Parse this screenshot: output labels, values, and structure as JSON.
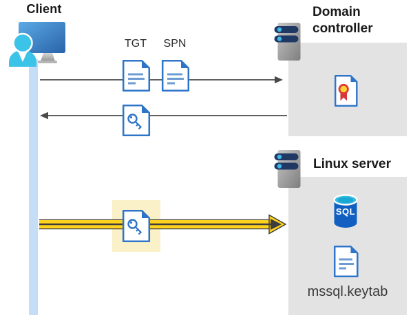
{
  "diagram": {
    "description": "Kerberos authentication flow between a client, a domain controller, and a Linux server running SQL Server",
    "labels": {
      "client_title": "Client",
      "domain_controller_title": "Domain controller",
      "linux_server_title": "Linux server",
      "tgt": "TGT",
      "spn": "SPN",
      "sql": "SQL",
      "keytab_file": "mssql.keytab"
    },
    "icons": {
      "client": "client-workstation-icon",
      "domain_controller": "server-icon",
      "linux_server": "server-icon",
      "tgt_ticket": "document-icon",
      "spn_ticket": "document-icon",
      "service_ticket": "key-file-icon",
      "highlighted_ticket": "key-file-icon",
      "certificate": "certificate-icon",
      "database": "sql-database-icon",
      "keytab": "document-icon"
    },
    "colors": {
      "background": "#ffffff",
      "doc_blue": "#2E75C9",
      "doc_line_blue": "#6D9BD4",
      "arrow_gray": "#4A4A4A",
      "yellow_arrow": "#FFD21E",
      "yellow_highlight": "#FAF1C8",
      "gray_box": "#E3E3E3",
      "timeline_bar": "#C6DDF8",
      "server_pill_navy": "#1F3864",
      "server_dot_cyan": "#41B8E8",
      "person_cyan": "#3CC3E8",
      "sql_blue": "#1160C1",
      "sql_top_cyan": "#35BCE2",
      "cert_seal_yellow": "#FFD335",
      "cert_seal_red": "#D6373C"
    }
  }
}
